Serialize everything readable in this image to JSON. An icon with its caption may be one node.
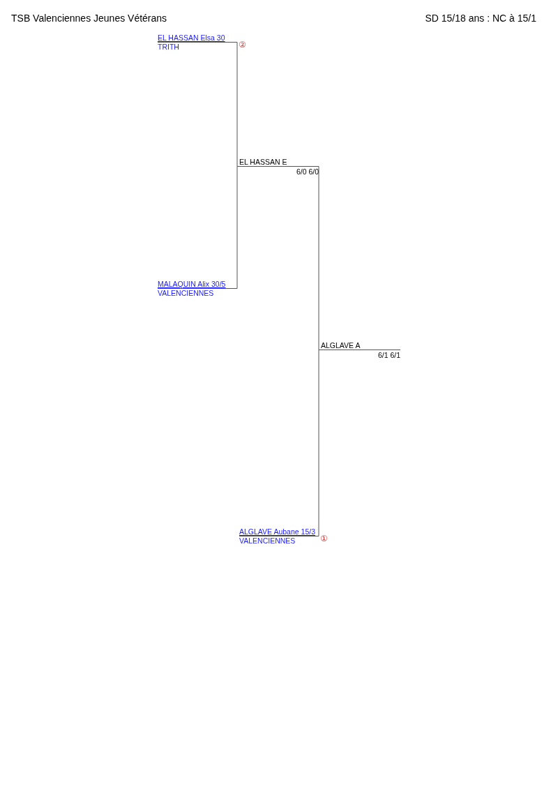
{
  "diagram": {
    "title": "TSB Valenciennes Jeunes Vétérans",
    "nodes": [
      {
        "text": [
          "EL HASSAN Elsa 30",
          "TRITH"
        ],
        "beside": [
          "②"
        ]
      },
      {
        "text": [
          "MALAQUIN Alix 30/5",
          "VALENCIENNES"
        ]
      },
      {
        "text": [
          "EL HASSAN E",
          "6/0 6/0"
        ]
      },
      {
        "text": [
          "ALGLAVE Aubane 15/3",
          "VALENCIENNES"
        ],
        "beside": [
          "①"
        ]
      },
      {
        "text": [
          "ALGLAVE A",
          "6/1 6/1"
        ]
      }
    ],
    "edges": [
      {
        "from": 0,
        "to": 2,
        "arrow": "none"
      },
      {
        "from": 1,
        "to": 2,
        "arrow": "none"
      },
      {
        "from": 2,
        "to": 4,
        "arrow": "none"
      },
      {
        "from": 3,
        "to": 4,
        "arrow": "none"
      }
    ],
    "labels": [
      "SD 15/18 ans : NC à 15/1"
    ]
  }
}
